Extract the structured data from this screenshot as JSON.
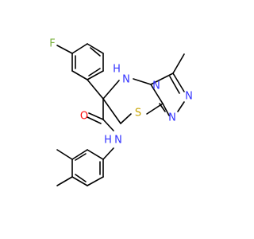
{
  "molecule": {
    "atoms": {
      "F": "F",
      "NH_ring": "N",
      "H_ring": "H",
      "N_fused": "N",
      "N_tri_1": "N",
      "N_tri_2": "N",
      "S_ring": "S",
      "O_amide": "O",
      "N_amide": "N",
      "H_amide": "H"
    },
    "colors": {
      "bond": "#000000",
      "N": "#3232ff",
      "O": "#ff0d0d",
      "S": "#c8a400",
      "F": "#7cb342"
    }
  }
}
